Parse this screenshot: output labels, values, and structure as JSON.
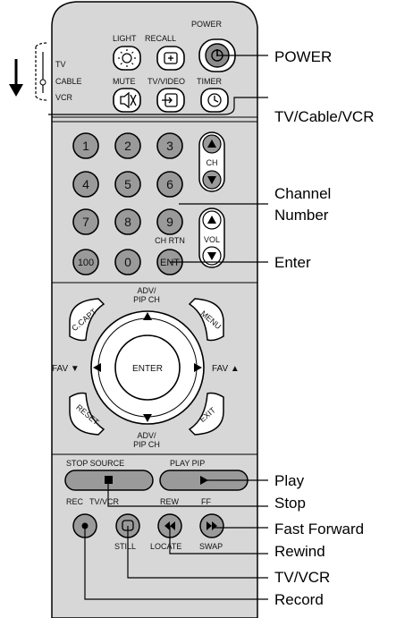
{
  "colors": {
    "body": "#d7d7d7",
    "button_gray": "#9a9a9a",
    "line": "#000000"
  },
  "top": {
    "light": "LIGHT",
    "recall": "RECALL",
    "power": "POWER",
    "mute": "MUTE",
    "tvvideo": "TV/VIDEO",
    "timer": "TIMER",
    "mode_tv": "TV",
    "mode_cable": "CABLE",
    "mode_vcr": "VCR"
  },
  "numpad": {
    "digits": [
      "1",
      "2",
      "3",
      "4",
      "5",
      "6",
      "7",
      "8",
      "9",
      "100",
      "0"
    ],
    "ent": "ENT",
    "ch_rtn": "CH RTN",
    "ch": "CH",
    "vol": "VOL"
  },
  "nav": {
    "adv_pip_ch_top_1": "ADV/",
    "adv_pip_ch_top_2": "PIP CH",
    "adv_pip_ch_bottom_1": "ADV/",
    "adv_pip_ch_bottom_2": "PIP CH",
    "c_capt": "C.CAPT",
    "menu": "MENU",
    "reset": "RESET",
    "exit": "EXIT",
    "enter": "ENTER",
    "fav_left": "FAV ▼",
    "fav_right": "FAV ▲"
  },
  "transport": {
    "stop_source": "STOP SOURCE",
    "play_pip": "PLAY PIP",
    "rec": "REC",
    "tvvcr": "TV/VCR",
    "rew": "REW",
    "ff": "FF",
    "still": "STILL",
    "locate": "LOCATE",
    "swap": "SWAP"
  },
  "callouts": {
    "power": "POWER",
    "tv_cable_vcr": "TV/Cable/VCR",
    "channel_1": "Channel",
    "channel_2": "Number",
    "enter": "Enter",
    "play": "Play",
    "stop": "Stop",
    "fast_forward": "Fast Forward",
    "rewind": "Rewind",
    "tv_vcr": "TV/VCR",
    "record": "Record"
  }
}
